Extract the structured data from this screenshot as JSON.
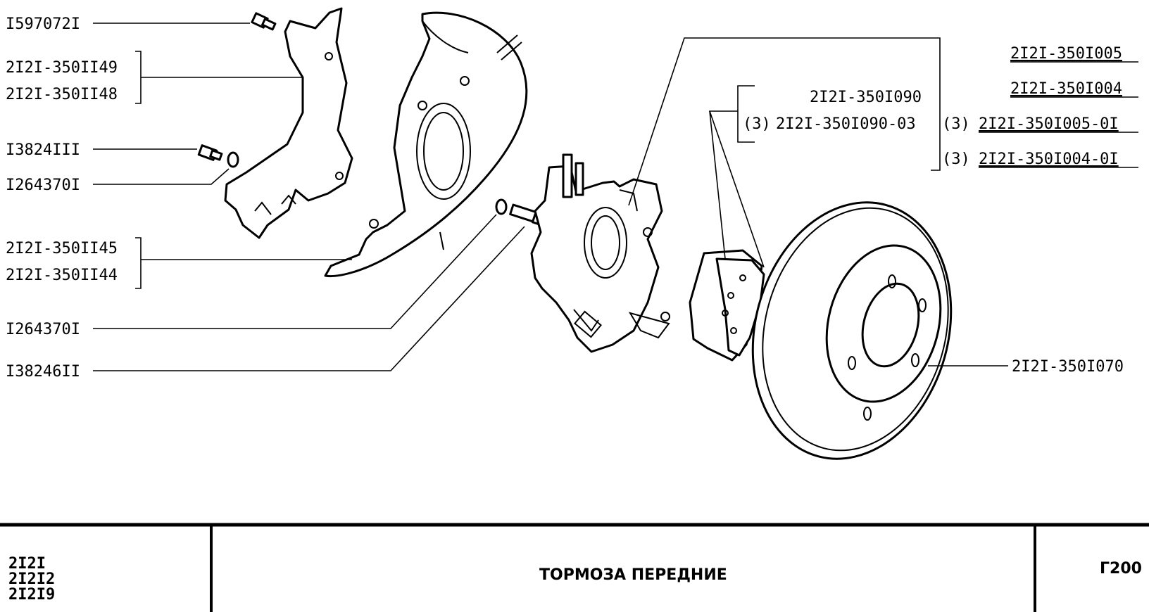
{
  "labels_left": {
    "l1": "I597072I",
    "l2": "2I2I-350II49",
    "l3": "2I2I-350II48",
    "l4": "I3824III",
    "l5": "I264370I",
    "l6": "2I2I-350II45",
    "l7": "2I2I-350II44",
    "l8": "I264370I",
    "l9": "I38246II"
  },
  "labels_right": {
    "r1": "2I2I-350I005",
    "r2": "2I2I-350I004",
    "r3": "2I2I-350I090",
    "r4_prefix": "(3)",
    "r4": "2I2I-350I090-03",
    "r5_prefix": "(3)",
    "r5": "2I2I-350I005-0I",
    "r6_prefix": "(3)",
    "r6": "2I2I-350I004-0I",
    "r7": "2I2I-350I070"
  },
  "title_block": {
    "models": [
      "2I2I",
      "2I2I2",
      "2I2I9"
    ],
    "title": "ТОРМОЗА ПЕРЕДНИЕ",
    "code": "Г200"
  }
}
